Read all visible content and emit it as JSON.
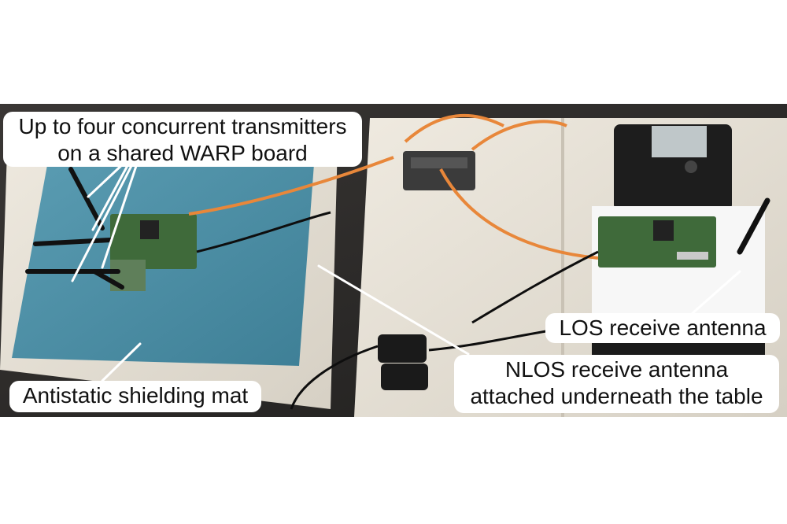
{
  "labels": {
    "transmitters": {
      "line1": "Up to four concurrent transmitters",
      "line2": "on a shared WARP board"
    },
    "mat": "Antistatic shielding mat",
    "los": "LOS receive antenna",
    "nlos": {
      "line1": "NLOS receive antenna",
      "line2": "attached underneath the table"
    }
  },
  "colors": {
    "mat": "#4f90a6",
    "table": "#e2ddd3",
    "floor": "#2e2c2b",
    "cable_orange": "#e8873a",
    "board_green": "#3f6a3a"
  }
}
